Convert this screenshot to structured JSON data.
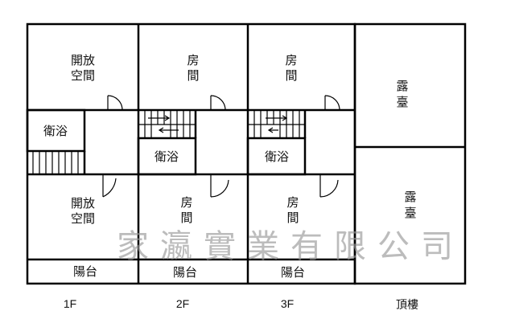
{
  "floors": {
    "f1": {
      "caption": "1F",
      "open_top": [
        "開放",
        "空間"
      ],
      "bath": "衛浴",
      "open_bottom": [
        "開放",
        "空間"
      ],
      "balcony": "陽台"
    },
    "f2": {
      "caption": "2F",
      "room_top": [
        "房",
        "間"
      ],
      "bath": "衛浴",
      "room_bottom": [
        "房",
        "間"
      ],
      "balcony": "陽台"
    },
    "f3": {
      "caption": "3F",
      "room_top": [
        "房",
        "間"
      ],
      "bath": "衛浴",
      "room_bottom": [
        "房",
        "間"
      ],
      "balcony": "陽台"
    },
    "roof": {
      "caption": "頂樓",
      "terrace_top": [
        "露",
        "臺"
      ],
      "terrace_bottom": [
        "露",
        "臺"
      ]
    }
  },
  "watermark": "家瀛實業有限公司"
}
